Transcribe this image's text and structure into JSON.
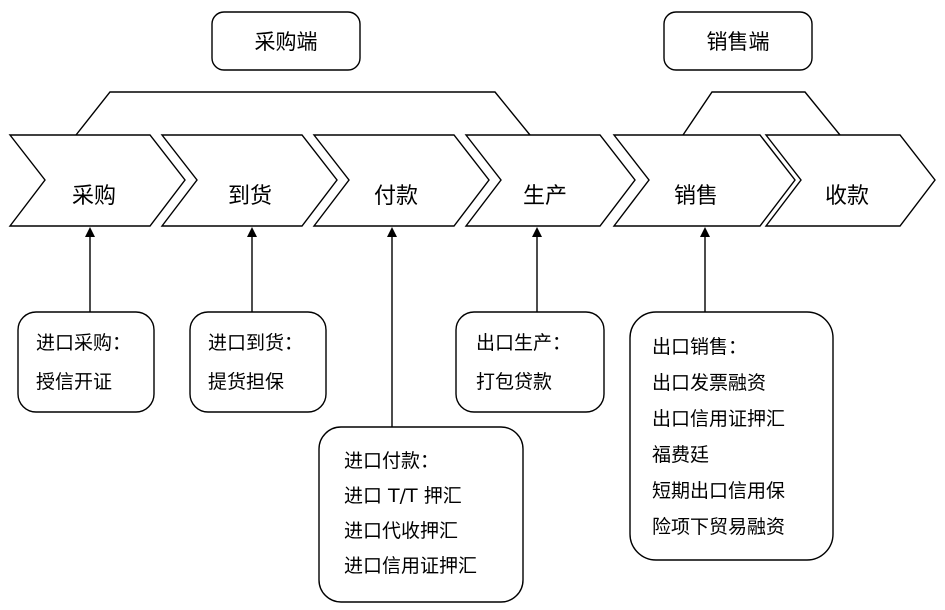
{
  "groups": {
    "purchase_end": "采购端",
    "sales_end": "销售端"
  },
  "stages": [
    "采购",
    "到货",
    "付款",
    "生产",
    "销售",
    "收款"
  ],
  "notes": {
    "import_purchase": {
      "title": "进口采购：",
      "items": [
        "授信开证"
      ]
    },
    "import_arrival": {
      "title": "进口到货：",
      "items": [
        "提货担保"
      ]
    },
    "import_payment": {
      "title": "进口付款：",
      "items": [
        "进口 T/T 押汇",
        "进口代收押汇",
        "进口信用证押汇"
      ]
    },
    "export_production": {
      "title": "出口生产：",
      "items": [
        "打包贷款"
      ]
    },
    "export_sales": {
      "title": "出口销售：",
      "items": [
        "出口发票融资",
        "出口信用证押汇",
        "福费廷",
        "短期出口信用保",
        "险项下贸易融资"
      ]
    }
  }
}
